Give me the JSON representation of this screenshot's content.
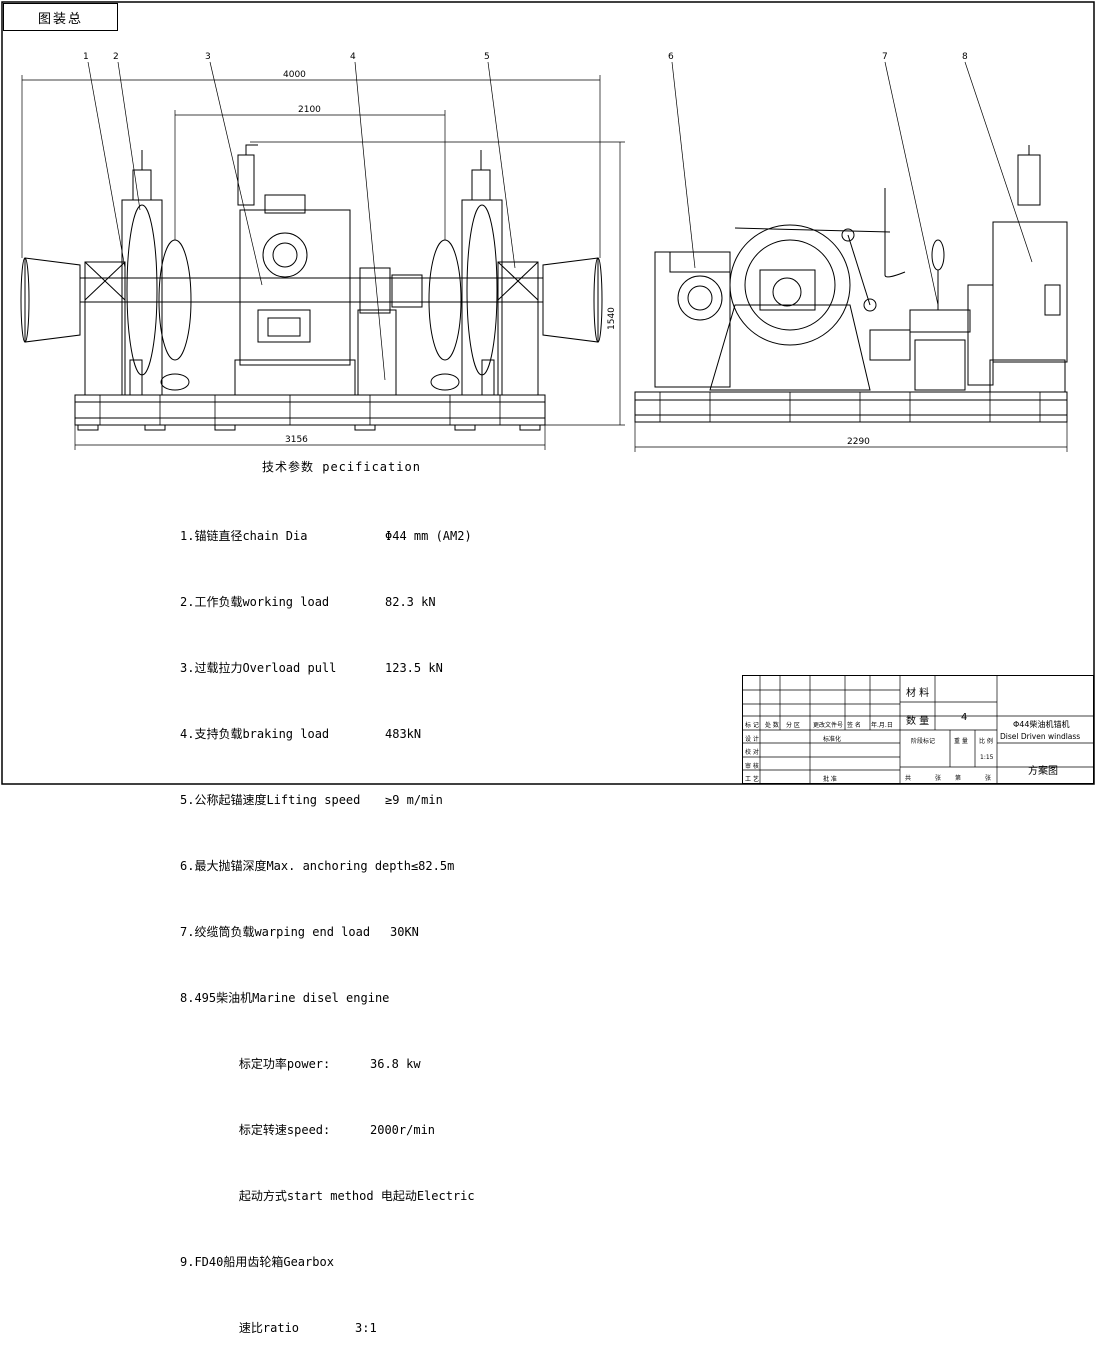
{
  "corner_label": "图装总",
  "dimensions": {
    "overall_length": "4000",
    "inner_length": "2100",
    "height": "1540",
    "base_length": "3156",
    "side_width": "2290"
  },
  "callouts": [
    "1",
    "2",
    "3",
    "4",
    "5",
    "6",
    "7",
    "8"
  ],
  "spec": {
    "title": "技术参数   pecification",
    "items": [
      {
        "label": "1.锚链直径chain Dia",
        "value": "Φ44 mm (AM2)"
      },
      {
        "label": "2.工作负载working load",
        "value": "82.3 kN"
      },
      {
        "label": "3.过载拉力Overload pull",
        "value": "123.5 kN"
      },
      {
        "label": "4.支持负载braking load",
        "value": "483kN"
      },
      {
        "label": "5.公称起锚速度Lifting speed",
        "value": "≥9 m/min"
      },
      {
        "label": "6.最大抛锚深度Max. anchoring depth≤82.5m",
        "value": ""
      },
      {
        "label": "7.绞缆筒负载warping end load",
        "value": "30KN"
      },
      {
        "label": "8.495柴油机Marine disel engine",
        "value": ""
      },
      {
        "label": "    标定功率power:",
        "value": "36.8 kw"
      },
      {
        "label": "    标定转速speed:",
        "value": "2000r/min"
      },
      {
        "label": "    起动方式start method 电起动Electric",
        "value": ""
      },
      {
        "label": "9.FD40船用齿轮箱Gearbox",
        "value": ""
      },
      {
        "label": "    速比ratio",
        "value": "3:1"
      }
    ]
  },
  "title_block": {
    "material_label": "材 料",
    "quantity_label": "数 量",
    "quantity_value": "4",
    "product_cn": "Φ44柴油机锚机",
    "product_en": "Disel Driven windlass",
    "stage_label": "阶段标记",
    "weight_label": "重 量",
    "scale_label": "比 例",
    "scale_value": "1:15",
    "drawing_type": "方案图",
    "header_cells": [
      "标 记",
      "处 数",
      "分 区",
      "更改文件号",
      "签 名",
      "年.月.日"
    ],
    "row_labels": [
      "设 计",
      "校 对",
      "审 核",
      "工 艺"
    ],
    "std_label": "标准化",
    "approve_label": "批 准",
    "sheets": [
      "共",
      "张",
      "第",
      "张"
    ]
  }
}
